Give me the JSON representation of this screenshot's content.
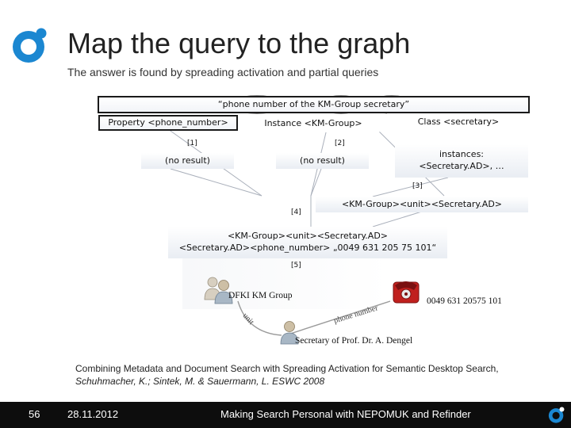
{
  "slide": {
    "title": "Map the query to the graph",
    "subtitle": "The answer is found by spreading activation and partial queries"
  },
  "diagram": {
    "query": "“phone number of the KM-Group secretary”",
    "property": "Property <phone_number>",
    "instance": "Instance <KM-Group>",
    "class": "Class <secretary>",
    "step1": "[1]",
    "step2": "[2]",
    "step3": "[3]",
    "step4": "[4]",
    "step5": "[5]",
    "no_result_1": "(no result)",
    "no_result_2": "(no result)",
    "instances_line1": "instances:",
    "instances_line2": "<Secretary.AD>, …",
    "path_box": "<KM-Group><unit><Secretary.AD>",
    "result_line1": "<KM-Group><unit><Secretary.AD>",
    "result_line2": "<Secretary.AD><phone_number> „0049 631 205 75 101“"
  },
  "graph": {
    "node_group": "DFKI KM Group",
    "node_phone": "0049 631 20575 101",
    "node_secretary": "Secretary of Prof. Dr. A. Dengel",
    "edge_unit": "unit",
    "edge_phone": "phone number"
  },
  "citation": {
    "line1": "Combining Metadata and Document Search with Spreading Activation for Semantic Desktop Search,",
    "line2": "Schuhmacher, K.; Sintek, M. & Sauermann, L. ESWC 2008"
  },
  "footer": {
    "page": "56",
    "date": "28.11.2012",
    "name": "Making Search Personal with NEPOMUK and Refinder"
  },
  "colors": {
    "brand_blue": "#1b87d1",
    "footer_bg": "#0d0d0d",
    "phone_red": "#c0201e"
  },
  "icons": [
    "nepomuk-logo-icon",
    "people-icon",
    "person-icon",
    "telephone-icon"
  ]
}
